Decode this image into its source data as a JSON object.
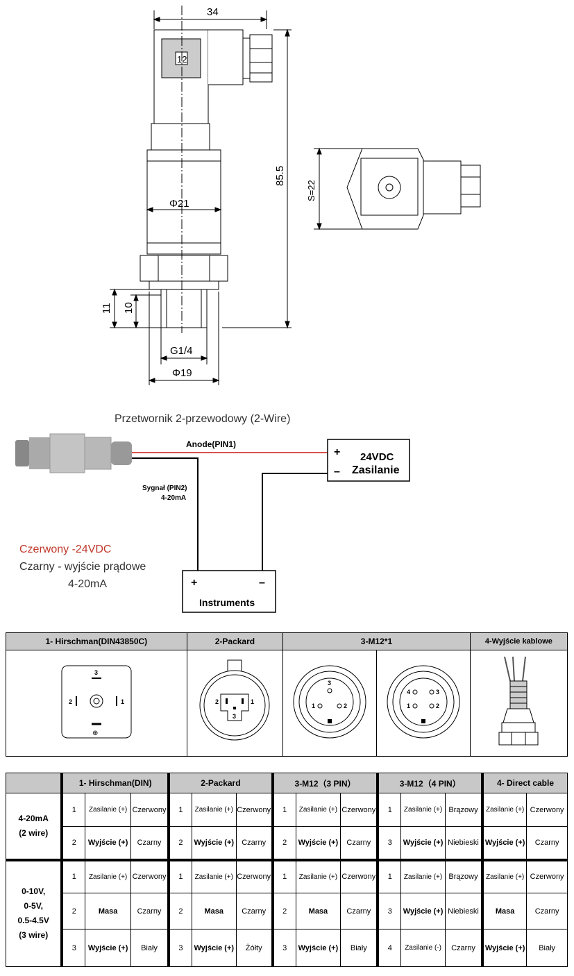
{
  "drawing": {
    "width_top": "34",
    "height_total": "85.5",
    "marking_box": "12",
    "diameter_body": "Φ21",
    "thread": "G1/4",
    "diameter_base": "Φ19",
    "height_thread_outer": "11",
    "height_thread_inner": "10",
    "wrench_size": "S=22"
  },
  "wiring": {
    "title": "Przetwornik 2-przewodowy (2-Wire)",
    "anode_label": "Anode(PIN1)",
    "signal_label_line1": "Sygnał (PIN2)",
    "signal_label_line2": "4-20mA",
    "supply_plus": "+",
    "supply_minus": "–",
    "supply_voltage": "24VDC",
    "supply_name": "Zasilanie",
    "instr_plus": "+",
    "instr_minus": "–",
    "instr_name": "Instruments",
    "note_red": "Czerwony -24VDC",
    "note_black_line1": "Czarny - wyjście prądowe",
    "note_black_line2": "4-20mA",
    "colors": {
      "red_wire": "#d9534f",
      "red_text": "#c0392b"
    }
  },
  "connectors": {
    "headers": [
      "1- Hirschman(DIN43850C)",
      "2-Packard",
      "3-M12*1",
      "4-Wyjście kablowe"
    ],
    "hirschman_pins": {
      "top": "3",
      "left": "2",
      "right": "1",
      "ground": "⊕"
    },
    "packard_pins": {
      "left": "2",
      "right": "1",
      "bottom": "3"
    },
    "m12_3pin": {
      "top": "3",
      "left": "1",
      "right": "2"
    },
    "m12_4pin": {
      "tl": "4",
      "tr": "3",
      "bl": "1",
      "br": "2"
    }
  },
  "wiring_table": {
    "headers": [
      "1- Hirschman(DIN)",
      "2-Packard",
      "3-M12（3 PIN）",
      "3-M12（4 PIN）",
      "4- Direct cable"
    ],
    "group1": {
      "line1": "4-20mA",
      "line2": "(2 wire)"
    },
    "group2": {
      "line1": "0-10V,",
      "line2": "0-5V,",
      "line3": "0.5-4.5V",
      "line4": "(3 wire)"
    },
    "rows": [
      [
        {
          "n": "1",
          "f": "Zasilanie (+)",
          "c": "Czerwony"
        },
        {
          "n": "1",
          "f": "Zasilanie (+)",
          "c": "Czerwony"
        },
        {
          "n": "1",
          "f": "Zasilanie (+)",
          "c": "Czerwony"
        },
        {
          "n": "1",
          "f": "Zasilanie (+)",
          "c": "Brązowy"
        },
        {
          "f": "Zasilanie (+)",
          "c": "Czerwony"
        }
      ],
      [
        {
          "n": "2",
          "f": "Wyjście (+)",
          "c": "Czarny"
        },
        {
          "n": "2",
          "f": "Wyjście (+)",
          "c": "Czarny"
        },
        {
          "n": "2",
          "f": "Wyjście (+)",
          "c": "Czarny"
        },
        {
          "n": "3",
          "f": "Wyjście (+)",
          "c": "Niebieski"
        },
        {
          "f": "Wyjście (+)",
          "c": "Czarny"
        }
      ],
      [
        {
          "n": "1",
          "f": "Zasilanie (+)",
          "c": "Czerwony"
        },
        {
          "n": "1",
          "f": "Zasilanie (+)",
          "c": "Czerwony"
        },
        {
          "n": "1",
          "f": "Zasilanie (+)",
          "c": "Czerwony"
        },
        {
          "n": "1",
          "f": "Zasilanie (+)",
          "c": "Brązowy"
        },
        {
          "f": "Zasilanie (+)",
          "c": "Czerwony"
        }
      ],
      [
        {
          "n": "2",
          "f": "Masa",
          "c": "Czarny"
        },
        {
          "n": "2",
          "f": "Masa",
          "c": "Czarny"
        },
        {
          "n": "2",
          "f": "Masa",
          "c": "Czarny"
        },
        {
          "n": "3",
          "f": "Wyjście (+)",
          "c": "Niebieski"
        },
        {
          "f": "Masa",
          "c": "Czarny"
        }
      ],
      [
        {
          "n": "3",
          "f": "Wyjście (+)",
          "c": "Biały"
        },
        {
          "n": "3",
          "f": "Wyjście (+)",
          "c": "Żółty"
        },
        {
          "n": "3",
          "f": "Wyjście (+)",
          "c": "Biały"
        },
        {
          "n": "4",
          "f": "Zasilanie (-)",
          "c": "Czarny"
        },
        {
          "f": "Wyjście (+)",
          "c": "Biały"
        }
      ]
    ]
  }
}
